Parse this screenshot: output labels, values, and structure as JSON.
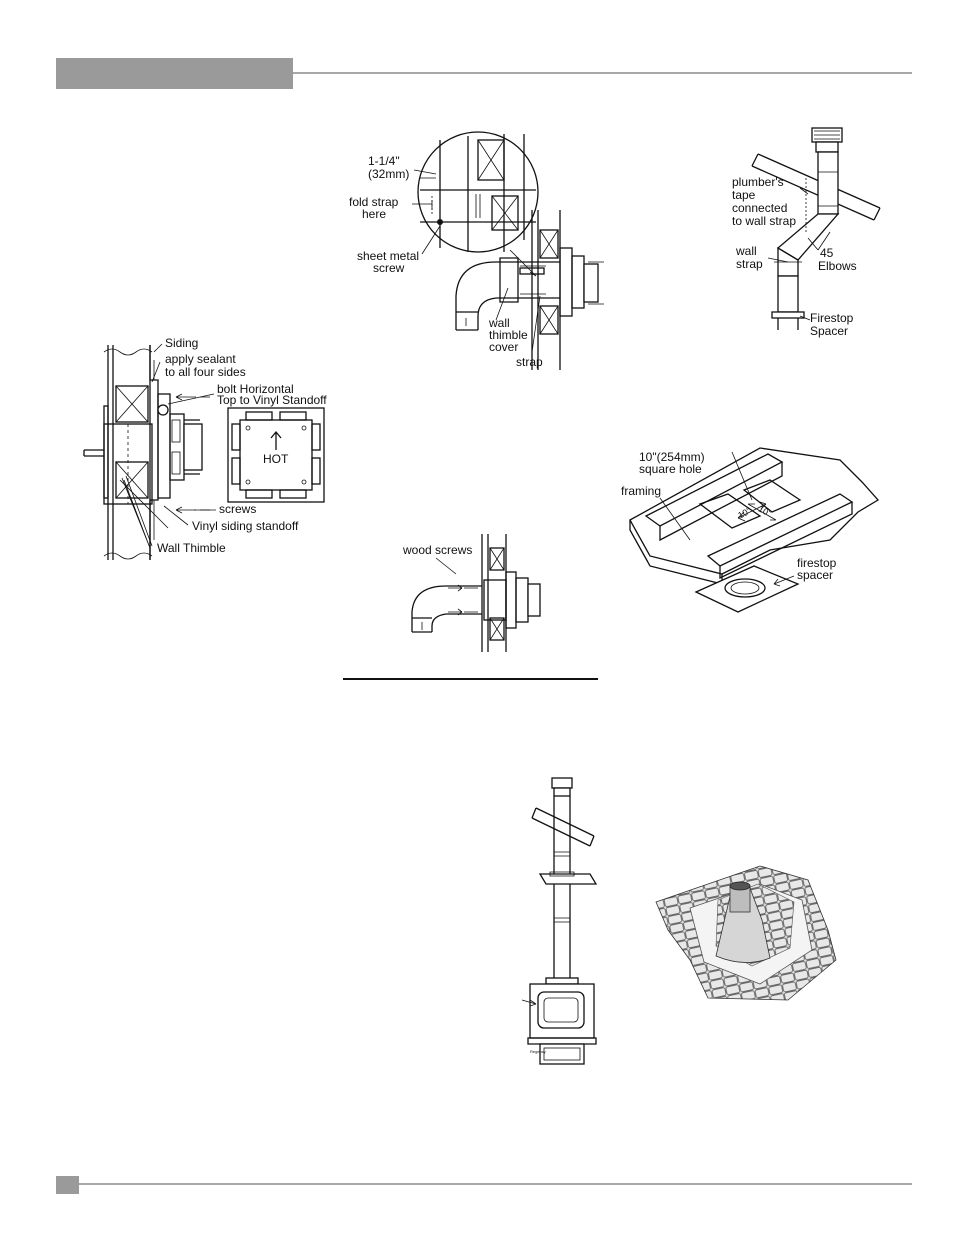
{
  "header": {
    "bar_color": "#9a9a9a",
    "rule_color": "#a8a8a8"
  },
  "footer": {
    "tab_color": "#9a9a9a",
    "rule_color": "#a8a8a8"
  },
  "siding_diagram": {
    "siding": "Siding",
    "sealant_line1": "apply sealant",
    "sealant_line2": "to all four sides",
    "bolt_line1": "bolt Horizontal",
    "bolt_line2": "Top to Vinyl Standoff",
    "hot": "HOT",
    "screws": "screws",
    "standoff": "Vinyl siding standoff",
    "thimble": "Wall Thimble"
  },
  "strap_diagram": {
    "dim_line1": "1-1/4\"",
    "dim_line2": "(32mm)",
    "fold_line1": "fold strap",
    "fold_line2": "here",
    "screw_line1": "sheet metal",
    "screw_line2": "screw",
    "cover_line1": "wall",
    "cover_line2": "thimble",
    "cover_line3": "cover",
    "strap": "strap"
  },
  "wood_screw_diagram": {
    "label": "wood screws"
  },
  "elbow_diagram": {
    "tape_line1": "plumber's",
    "tape_line2": "tape",
    "tape_line3": "connected",
    "tape_line4": "to wall strap",
    "strap_line1": "wall",
    "strap_line2": "strap",
    "elbow_line1": "45",
    "elbow_line2": "Elbows",
    "fire_line1": "Firestop",
    "fire_line2": "Spacer"
  },
  "ceiling_diagram": {
    "hole_line1": "10\"(254mm)",
    "hole_line2": "square hole",
    "framing": "framing",
    "dim_a": "10\"",
    "dim_b": "10\"",
    "spacer_line1": "firestop",
    "spacer_line2": "spacer"
  },
  "stove_diagram": {
    "brand": "Regency"
  },
  "roof_diagram": {}
}
